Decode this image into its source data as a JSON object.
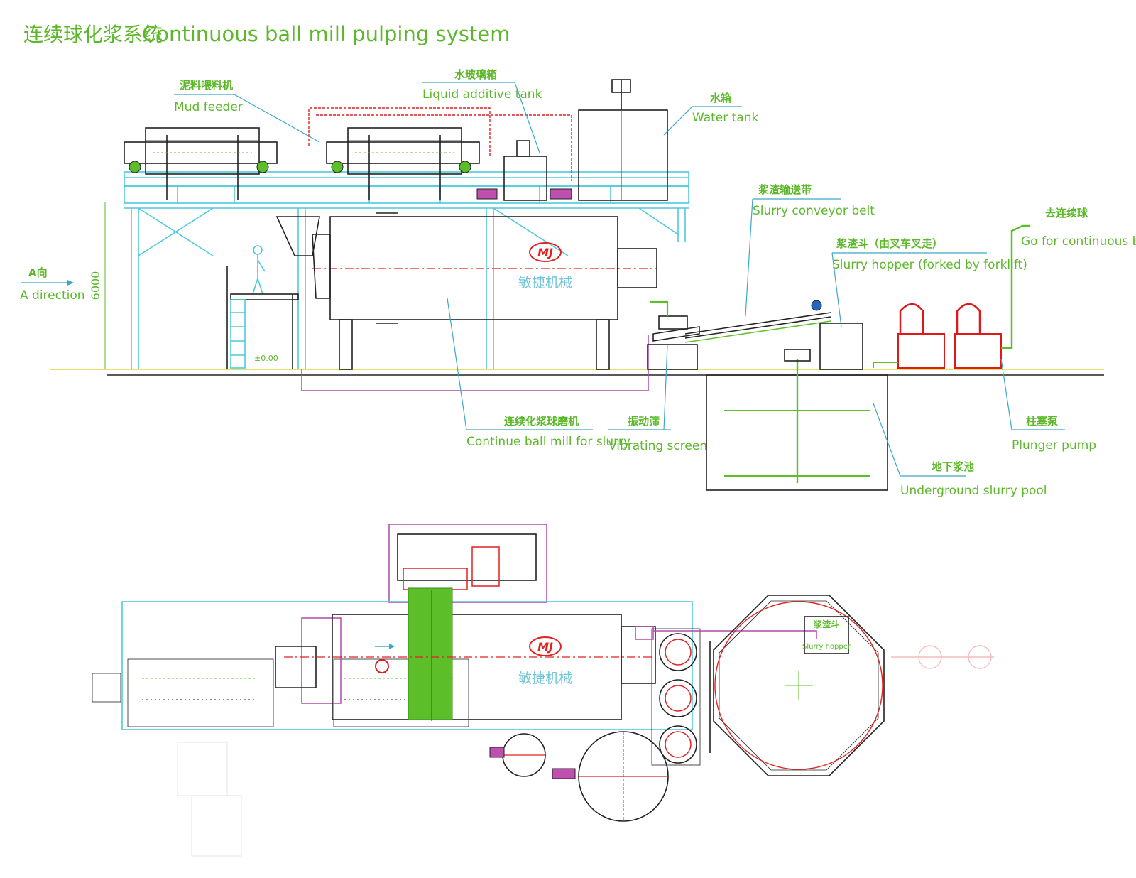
{
  "title": {
    "cn": "连续球化浆系统",
    "en": "Continuous ball mill pulping system"
  },
  "labels": {
    "mud_feeder": {
      "cn": "泥料喂料机",
      "en": "Mud feeder"
    },
    "liquid_additive_tank": {
      "cn": "水玻璃箱",
      "en": "Liquid additive tank"
    },
    "water_tank": {
      "cn": "水箱",
      "en": "Water tank"
    },
    "slurry_conveyor_belt": {
      "cn": "浆渣输送带",
      "en": "Slurry conveyor belt"
    },
    "go_continuous_ball": {
      "cn": "去连续球",
      "en": "Go for continuous ball"
    },
    "slurry_hopper": {
      "cn": "浆渣斗（由叉车叉走）",
      "en": "Slurry hopper (forked by forklift)"
    },
    "a_direction": {
      "cn": "A向",
      "en": "A direction"
    },
    "continue_ball_mill": {
      "cn": "连续化浆球磨机",
      "en": "Continue ball mill for slurry"
    },
    "vibrating_screen": {
      "cn": "振动筛",
      "en": "Vibrating screen"
    },
    "plunger_pump": {
      "cn": "柱塞泵",
      "en": "Plunger pump"
    },
    "underground_pool": {
      "cn": "地下浆池",
      "en": "Underground slurry pool"
    },
    "plan_slurry_hopper": {
      "cn": "浆渣斗",
      "en": "Slurry hopper"
    }
  },
  "dimensions": {
    "height": "6000",
    "level": "±0.00"
  },
  "logo": {
    "mark": "MJ",
    "company_cn": "敏捷机械"
  },
  "colors": {
    "label_green": "#5cb82a",
    "leader_cyan": "#3aa8c8",
    "structure_cyan": "#4ec8dc",
    "pipe_magenta": "#b04aa8",
    "centerline_red": "#e22020",
    "pump_red": "#e01818",
    "shaft_green": "#5cbf2a"
  }
}
